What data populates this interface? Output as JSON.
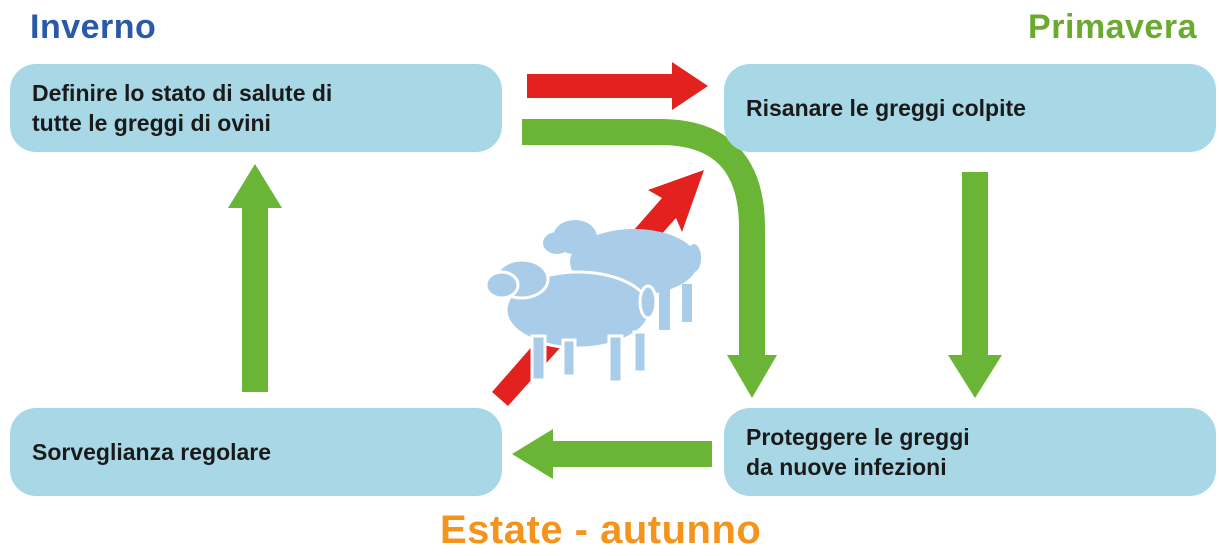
{
  "seasons": {
    "winter": "Inverno",
    "spring": "Primavera",
    "summer_autumn": "Estate - autunno"
  },
  "steps": {
    "top_left": "Definire lo stato di salute di\ntutte le greggi di ovini",
    "top_right": "Risanare le greggi colpite",
    "bottom_left": "Sorveglianza regolare",
    "bottom_right": "Proteggere le greggi\nda nuove infezioni"
  },
  "colors": {
    "box": "#a8d8e6",
    "green_arrow": "#6ab535",
    "red_arrow": "#e3221f",
    "sheep": "#a9cde9",
    "winter": "#2a59a8",
    "spring": "#6aaa2e",
    "summer": "#f4941c"
  },
  "icons": [
    "sheep-icon",
    "sheep-icon"
  ]
}
